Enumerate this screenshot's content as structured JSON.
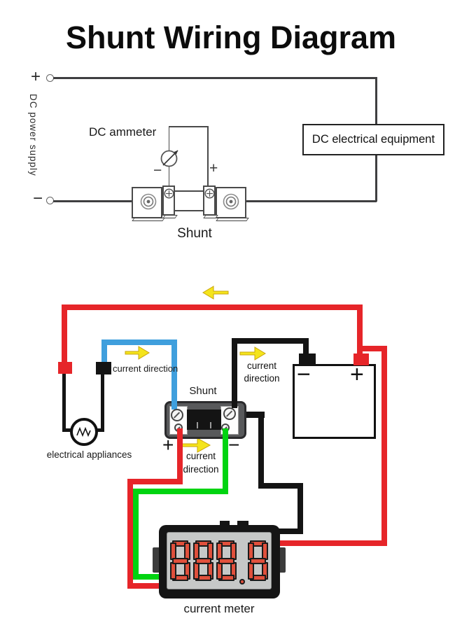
{
  "title": "Shunt Wiring Diagram",
  "top": {
    "power_supply_label": "DC power supply",
    "supply_plus": "+",
    "supply_minus": "−",
    "ammeter_label": "DC ammeter",
    "ammeter_minus": "−",
    "ammeter_plus": "+",
    "equipment_label": "DC electrical equipment",
    "shunt_label": "Shunt"
  },
  "bottom": {
    "shunt_label": "Shunt",
    "shunt_plus": "+",
    "shunt_minus": "−",
    "battery_minus": "−",
    "battery_plus": "+",
    "appliances_label": "electrical appliances",
    "meter_label": "current meter",
    "meter_display": "888.8",
    "direction_label_blue": "current direction",
    "direction_label_black_line1": "current",
    "direction_label_black_line2": "direction",
    "direction_label_shunt_line1": "current",
    "direction_label_shunt_line2": "direction"
  },
  "colors": {
    "wire_red": "#e62529",
    "wire_blue": "#3f9fdd",
    "wire_green": "#00d411",
    "wire_black": "#141414",
    "arrow_yellow": "#f4e41c",
    "digit_red": "#e0503c"
  }
}
